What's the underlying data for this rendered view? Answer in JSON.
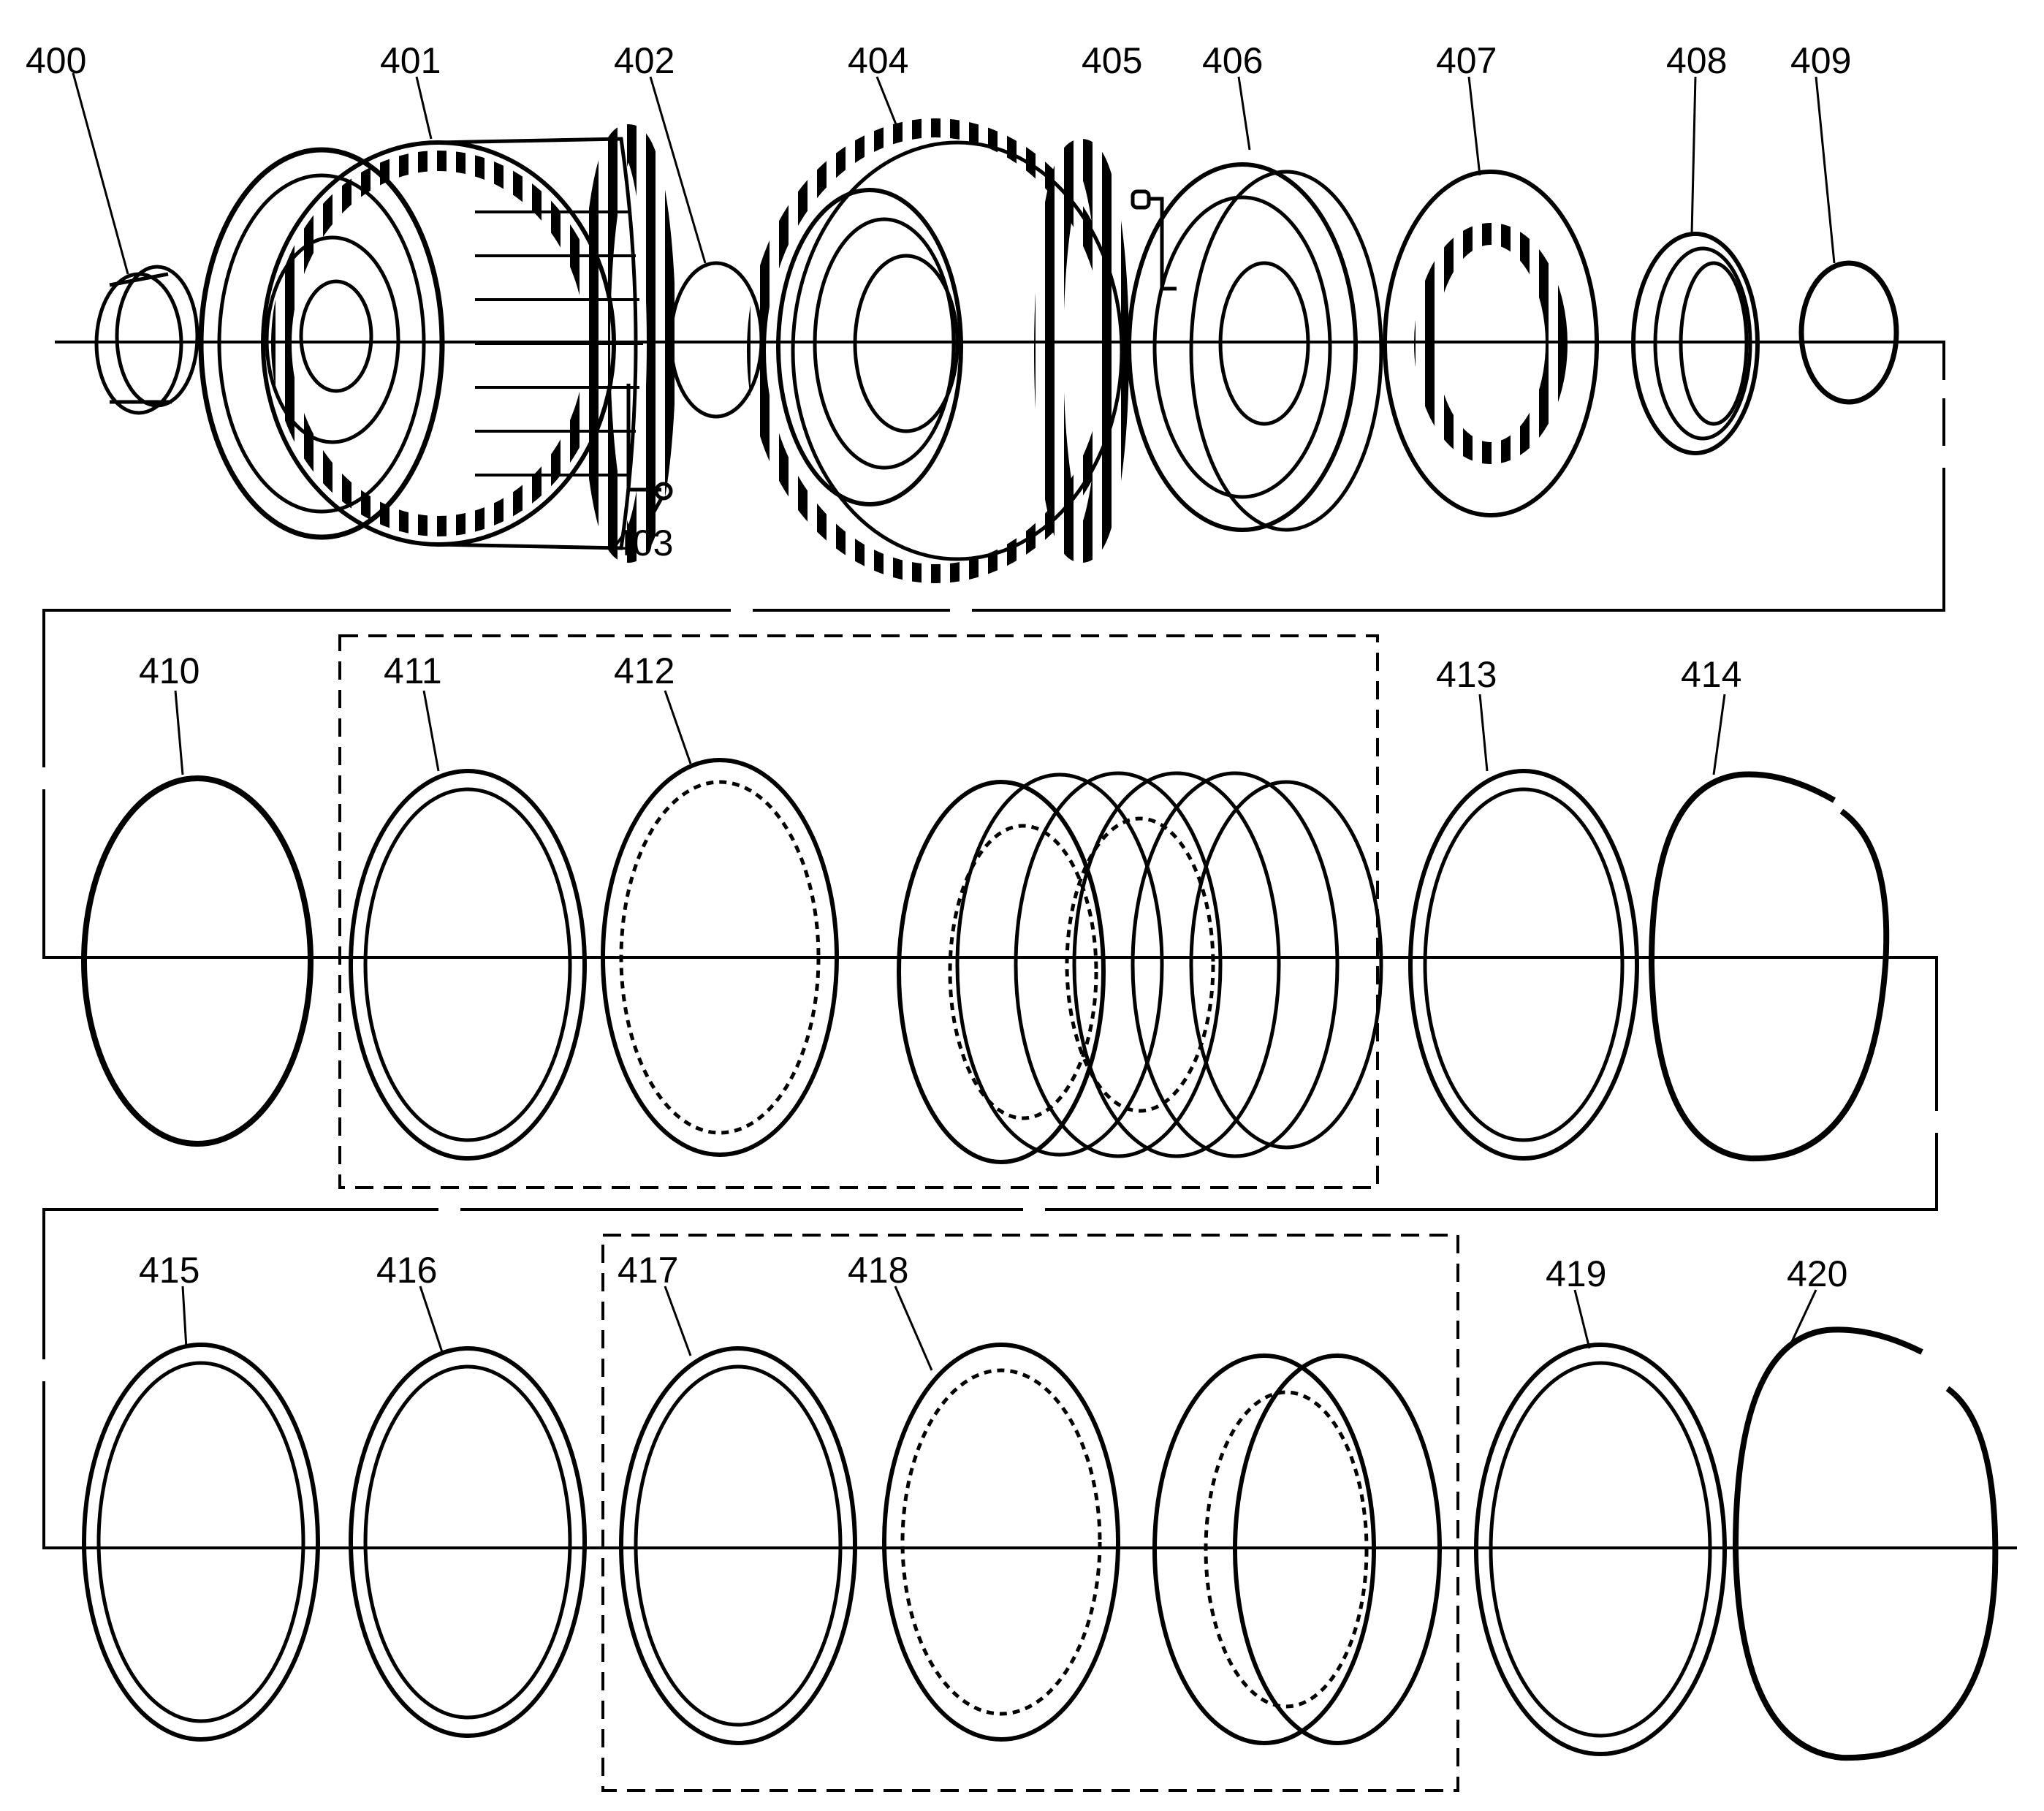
{
  "diagram": {
    "rows": [
      {
        "parts": [
          {
            "id": "400",
            "label": "400"
          },
          {
            "id": "401",
            "label": "401"
          },
          {
            "id": "402",
            "label": "402"
          },
          {
            "id": "403",
            "label": "403"
          },
          {
            "id": "404",
            "label": "404"
          },
          {
            "id": "405",
            "label": "405"
          },
          {
            "id": "406",
            "label": "406"
          },
          {
            "id": "407",
            "label": "407"
          },
          {
            "id": "408",
            "label": "408"
          },
          {
            "id": "409",
            "label": "409"
          }
        ]
      },
      {
        "parts": [
          {
            "id": "410",
            "label": "410"
          },
          {
            "id": "411",
            "label": "411"
          },
          {
            "id": "412",
            "label": "412"
          },
          {
            "id": "413",
            "label": "413"
          },
          {
            "id": "414",
            "label": "414"
          }
        ]
      },
      {
        "parts": [
          {
            "id": "415",
            "label": "415"
          },
          {
            "id": "416",
            "label": "416"
          },
          {
            "id": "417",
            "label": "417"
          },
          {
            "id": "418",
            "label": "418"
          },
          {
            "id": "419",
            "label": "419"
          },
          {
            "id": "420",
            "label": "420"
          }
        ]
      }
    ]
  }
}
